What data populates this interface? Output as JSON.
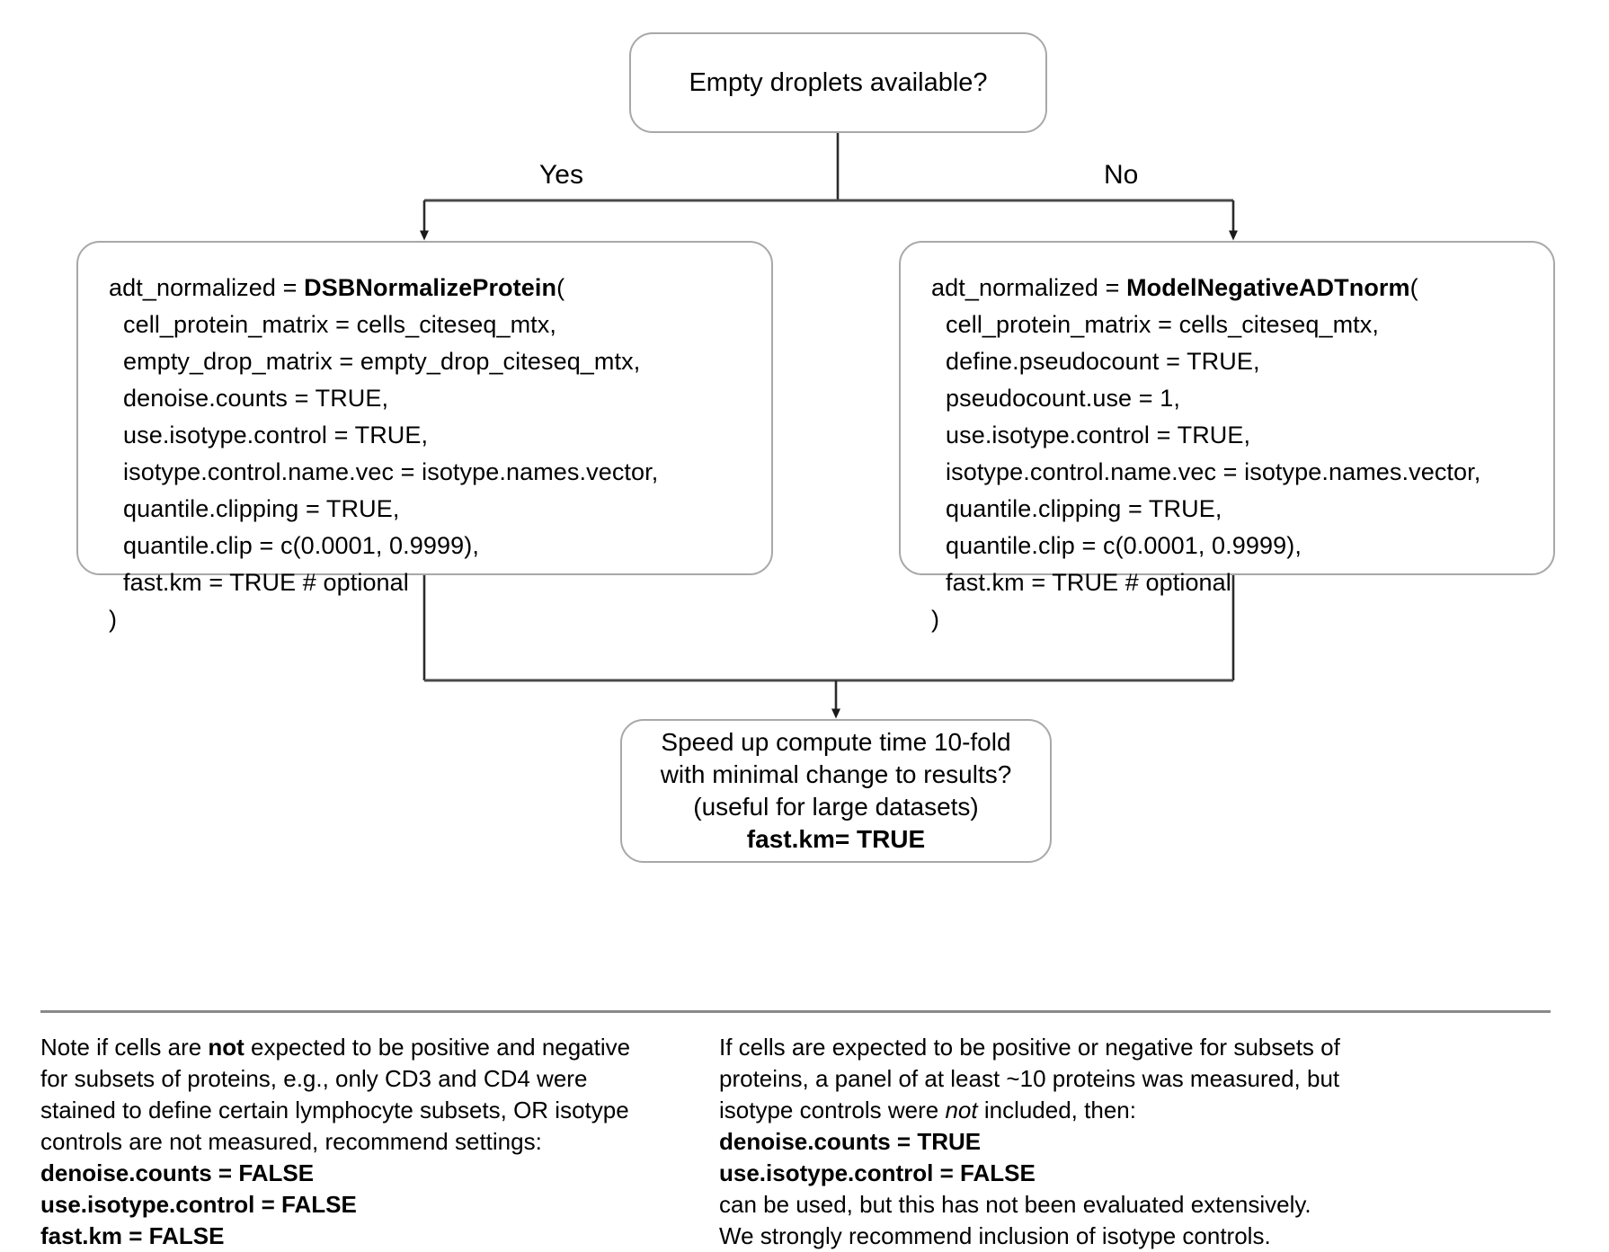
{
  "colors": {
    "node_border": "#a8a8a8",
    "connector": "#404040",
    "rule": "#8a8a8a",
    "text": "#000000",
    "background": "#ffffff"
  },
  "flowchart": {
    "root": {
      "text": "Empty droplets available?"
    },
    "branches": {
      "yes_label": "Yes",
      "no_label": "No"
    },
    "left_node": {
      "lines": [
        {
          "pre": "adt_normalized = ",
          "bold": "DSBNormalizeProtein",
          "post": "(",
          "indent": false
        },
        {
          "pre": "cell_protein_matrix = cells_citeseq_mtx,",
          "bold": "",
          "post": "",
          "indent": true
        },
        {
          "pre": "empty_drop_matrix = empty_drop_citeseq_mtx,",
          "bold": "",
          "post": "",
          "indent": true
        },
        {
          "pre": "denoise.counts = TRUE,",
          "bold": "",
          "post": "",
          "indent": true
        },
        {
          "pre": "use.isotype.control = TRUE,",
          "bold": "",
          "post": "",
          "indent": true
        },
        {
          "pre": "isotype.control.name.vec = isotype.names.vector,",
          "bold": "",
          "post": "",
          "indent": true
        },
        {
          "pre": "quantile.clipping = TRUE,",
          "bold": "",
          "post": "",
          "indent": true
        },
        {
          "pre": "quantile.clip = c(0.0001, 0.9999),",
          "bold": "",
          "post": "",
          "indent": true
        },
        {
          "pre": "fast.km = TRUE # optional",
          "bold": "",
          "post": "",
          "indent": true
        },
        {
          "pre": ")",
          "bold": "",
          "post": "",
          "indent": false
        }
      ]
    },
    "right_node": {
      "lines": [
        {
          "pre": "adt_normalized = ",
          "bold": "ModelNegativeADTnorm",
          "post": "(",
          "indent": false
        },
        {
          "pre": "cell_protein_matrix = cells_citeseq_mtx,",
          "bold": "",
          "post": "",
          "indent": true
        },
        {
          "pre": "define.pseudocount = TRUE,",
          "bold": "",
          "post": "",
          "indent": true
        },
        {
          "pre": "pseudocount.use = 1,",
          "bold": "",
          "post": "",
          "indent": true
        },
        {
          "pre": "use.isotype.control = TRUE,",
          "bold": "",
          "post": "",
          "indent": true
        },
        {
          "pre": "isotype.control.name.vec = isotype.names.vector,",
          "bold": "",
          "post": "",
          "indent": true
        },
        {
          "pre": "quantile.clipping = TRUE,",
          "bold": "",
          "post": "",
          "indent": true
        },
        {
          "pre": "quantile.clip = c(0.0001, 0.9999),",
          "bold": "",
          "post": "",
          "indent": true
        },
        {
          "pre": "fast.km = TRUE # optional",
          "bold": "",
          "post": "",
          "indent": true
        },
        {
          "pre": ")",
          "bold": "",
          "post": "",
          "indent": false
        }
      ]
    },
    "bottom_node": {
      "line1": "Speed up compute time 10-fold",
      "line2": "with minimal change to results?",
      "line3": "(useful for large datasets)",
      "line4": "fast.km= TRUE"
    }
  },
  "footer": {
    "left": {
      "l1_a": "Note if cells are ",
      "l1_b": "not",
      "l1_c": " expected to be positive and negative",
      "l2": "for subsets of proteins, e.g., only CD3 and CD4 were",
      "l3": "stained to define certain lymphocyte subsets, OR isotype",
      "l4": "controls are not measured, recommend settings:",
      "l5": "denoise.counts = FALSE",
      "l6": "use.isotype.control = FALSE",
      "l7": "fast.km = FALSE"
    },
    "right": {
      "l1": "If cells are expected to be positive or negative for subsets of",
      "l2": "proteins, a panel of at least ~10 proteins was measured, but",
      "l3_a": "isotype controls were ",
      "l3_b": "not",
      "l3_c": " included, then:",
      "l4": "denoise.counts = TRUE",
      "l5": "use.isotype.control = FALSE",
      "l6": "can be used, but this has not been evaluated extensively.",
      "l7": "We strongly recommend inclusion of isotype controls."
    }
  }
}
